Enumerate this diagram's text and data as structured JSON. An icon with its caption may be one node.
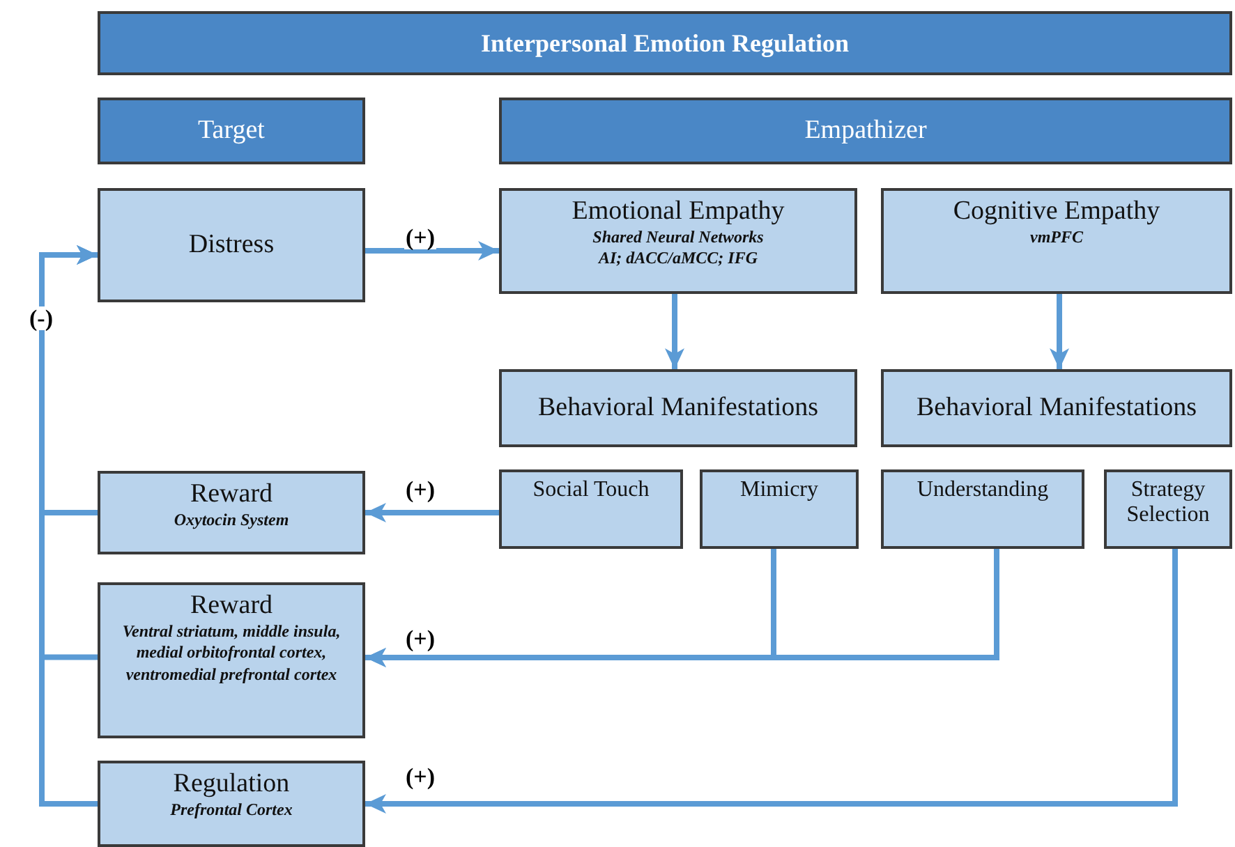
{
  "diagram": {
    "nodes": [
      {
        "text": [
          "Interpersonal Emotion Regulation"
        ]
      },
      {
        "text": [
          "Target"
        ]
      },
      {
        "text": [
          "Empathizer"
        ]
      },
      {
        "text": [
          "Distress"
        ]
      },
      {
        "text": [
          "Emotional Empathy",
          "Shared Neural Networks",
          "AI; dACC/aMCC; IFG"
        ]
      },
      {
        "text": [
          "Cognitive Empathy",
          "vmPFC"
        ]
      },
      {
        "text": [
          "Behavioral Manifestations"
        ]
      },
      {
        "text": [
          "Behavioral Manifestations"
        ]
      },
      {
        "text": [
          "Social Touch"
        ]
      },
      {
        "text": [
          "Mimicry"
        ]
      },
      {
        "text": [
          "Understanding"
        ]
      },
      {
        "text": [
          "Strategy Selection"
        ]
      },
      {
        "text": [
          "Reward",
          "Oxytocin System"
        ]
      },
      {
        "text": [
          "Reward",
          "Ventral striatum, middle insula, medial orbitofrontal cortex, ventromedial prefrontal cortex"
        ]
      },
      {
        "text": [
          "Regulation",
          "Prefrontal Cortex"
        ]
      }
    ],
    "edges": [
      {
        "from": 3,
        "to": 4,
        "arrow": "to",
        "label": "(+)"
      },
      {
        "from": 4,
        "to": 6,
        "arrow": "to"
      },
      {
        "from": 5,
        "to": 7,
        "arrow": "to"
      },
      {
        "from": 8,
        "to": 12,
        "arrow": "to",
        "label": "(+)"
      },
      {
        "from": 9,
        "to": 13,
        "arrow": "to",
        "label": "(+)"
      },
      {
        "from": 10,
        "to": 13,
        "arrow": "to"
      },
      {
        "from": 11,
        "to": 14,
        "arrow": "to",
        "label": "(+)"
      },
      {
        "from": 12,
        "to": 3,
        "arrow": "to"
      },
      {
        "from": 13,
        "to": 3,
        "arrow": "to"
      },
      {
        "from": 14,
        "to": 3,
        "arrow": "to",
        "label": "(-)"
      }
    ]
  }
}
